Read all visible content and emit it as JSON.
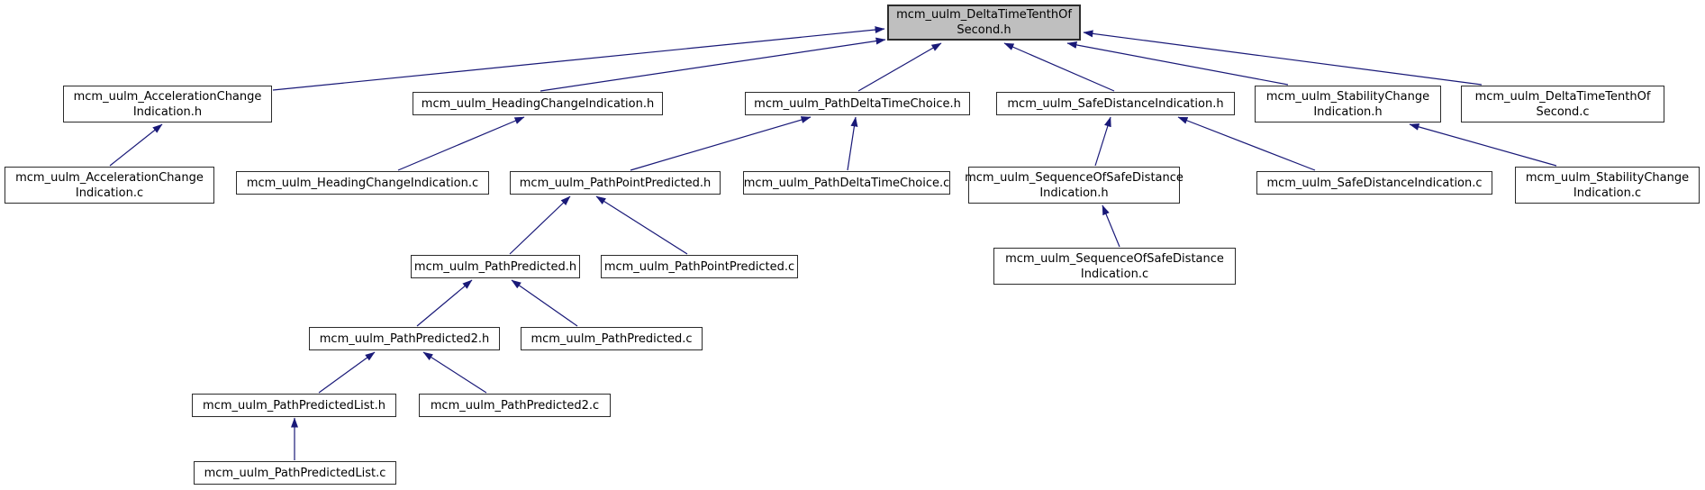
{
  "diagram": {
    "kind": "include-dependency-graph",
    "root_file": "mcm_uulm_DeltaTimeTenthOfSecond.h"
  },
  "colors": {
    "background": "#ffffff",
    "edge": "#191978",
    "node_border": "#2b2b2b",
    "node_fill": "#ffffff",
    "root_node_fill": "#bfbfbf",
    "text": "#000000"
  },
  "nodes": {
    "deltatime_h": {
      "file": "mcm_uulm_DeltaTimeTenthOfSecond.h",
      "lines": [
        "mcm_uulm_DeltaTimeTenthOf",
        "Second.h"
      ]
    },
    "accel_h": {
      "file": "mcm_uulm_AccelerationChangeIndication.h",
      "lines": [
        "mcm_uulm_AccelerationChange",
        "Indication.h"
      ]
    },
    "heading_h": {
      "file": "mcm_uulm_HeadingChangeIndication.h",
      "lines": [
        "mcm_uulm_HeadingChangeIndication.h"
      ]
    },
    "pathdeltachoice_h": {
      "file": "mcm_uulm_PathDeltaTimeChoice.h",
      "lines": [
        "mcm_uulm_PathDeltaTimeChoice.h"
      ]
    },
    "safedist_h": {
      "file": "mcm_uulm_SafeDistanceIndication.h",
      "lines": [
        "mcm_uulm_SafeDistanceIndication.h"
      ]
    },
    "stability_h": {
      "file": "mcm_uulm_StabilityChangeIndication.h",
      "lines": [
        "mcm_uulm_StabilityChange",
        "Indication.h"
      ]
    },
    "deltatime_c": {
      "file": "mcm_uulm_DeltaTimeTenthOfSecond.c",
      "lines": [
        "mcm_uulm_DeltaTimeTenthOf",
        "Second.c"
      ]
    },
    "accel_c": {
      "file": "mcm_uulm_AccelerationChangeIndication.c",
      "lines": [
        "mcm_uulm_AccelerationChange",
        "Indication.c"
      ]
    },
    "heading_c": {
      "file": "mcm_uulm_HeadingChangeIndication.c",
      "lines": [
        "mcm_uulm_HeadingChangeIndication.c"
      ]
    },
    "pathpoint_h": {
      "file": "mcm_uulm_PathPointPredicted.h",
      "lines": [
        "mcm_uulm_PathPointPredicted.h"
      ]
    },
    "pathdeltachoice_c": {
      "file": "mcm_uulm_PathDeltaTimeChoice.c",
      "lines": [
        "mcm_uulm_PathDeltaTimeChoice.c"
      ]
    },
    "seqsafedist_h": {
      "file": "mcm_uulm_SequenceOfSafeDistanceIndication.h",
      "lines": [
        "mcm_uulm_SequenceOfSafeDistance",
        "Indication.h"
      ]
    },
    "safedist_c": {
      "file": "mcm_uulm_SafeDistanceIndication.c",
      "lines": [
        "mcm_uulm_SafeDistanceIndication.c"
      ]
    },
    "stability_c": {
      "file": "mcm_uulm_StabilityChangeIndication.c",
      "lines": [
        "mcm_uulm_StabilityChange",
        "Indication.c"
      ]
    },
    "pathpred_h": {
      "file": "mcm_uulm_PathPredicted.h",
      "lines": [
        "mcm_uulm_PathPredicted.h"
      ]
    },
    "pathpoint_c": {
      "file": "mcm_uulm_PathPointPredicted.c",
      "lines": [
        "mcm_uulm_PathPointPredicted.c"
      ]
    },
    "seqsafedist_c": {
      "file": "mcm_uulm_SequenceOfSafeDistanceIndication.c",
      "lines": [
        "mcm_uulm_SequenceOfSafeDistance",
        "Indication.c"
      ]
    },
    "pathpred2_h": {
      "file": "mcm_uulm_PathPredicted2.h",
      "lines": [
        "mcm_uulm_PathPredicted2.h"
      ]
    },
    "pathpred_c": {
      "file": "mcm_uulm_PathPredicted.c",
      "lines": [
        "mcm_uulm_PathPredicted.c"
      ]
    },
    "pathlist_h": {
      "file": "mcm_uulm_PathPredictedList.h",
      "lines": [
        "mcm_uulm_PathPredictedList.h"
      ]
    },
    "pathpred2_c": {
      "file": "mcm_uulm_PathPredicted2.c",
      "lines": [
        "mcm_uulm_PathPredicted2.c"
      ]
    },
    "pathlist_c": {
      "file": "mcm_uulm_PathPredictedList.c",
      "lines": [
        "mcm_uulm_PathPredictedList.c"
      ]
    }
  },
  "edges": [
    {
      "from": "accel_h",
      "to": "deltatime_h"
    },
    {
      "from": "heading_h",
      "to": "deltatime_h"
    },
    {
      "from": "pathdeltachoice_h",
      "to": "deltatime_h"
    },
    {
      "from": "safedist_h",
      "to": "deltatime_h"
    },
    {
      "from": "stability_h",
      "to": "deltatime_h"
    },
    {
      "from": "deltatime_c",
      "to": "deltatime_h"
    },
    {
      "from": "accel_c",
      "to": "accel_h"
    },
    {
      "from": "heading_c",
      "to": "heading_h"
    },
    {
      "from": "pathpoint_h",
      "to": "pathdeltachoice_h"
    },
    {
      "from": "pathdeltachoice_c",
      "to": "pathdeltachoice_h"
    },
    {
      "from": "seqsafedist_h",
      "to": "safedist_h"
    },
    {
      "from": "safedist_c",
      "to": "safedist_h"
    },
    {
      "from": "stability_c",
      "to": "stability_h"
    },
    {
      "from": "seqsafedist_c",
      "to": "seqsafedist_h"
    },
    {
      "from": "pathpred_h",
      "to": "pathpoint_h"
    },
    {
      "from": "pathpoint_c",
      "to": "pathpoint_h"
    },
    {
      "from": "pathpred2_h",
      "to": "pathpred_h"
    },
    {
      "from": "pathpred_c",
      "to": "pathpred_h"
    },
    {
      "from": "pathlist_h",
      "to": "pathpred2_h"
    },
    {
      "from": "pathpred2_c",
      "to": "pathpred2_h"
    },
    {
      "from": "pathlist_c",
      "to": "pathlist_h"
    }
  ]
}
